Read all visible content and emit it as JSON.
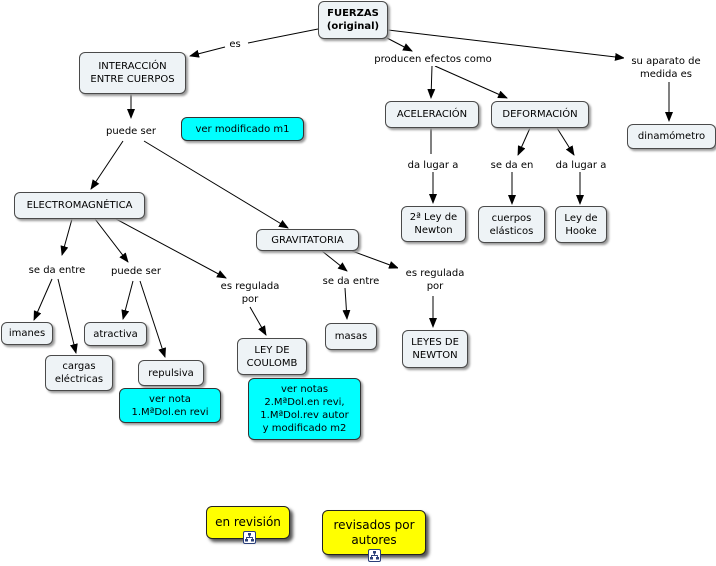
{
  "nodes": {
    "fuerzas": "FUERZAS\n(original)",
    "interaccion": "INTERACCIÓN\nENTRE CUERPOS",
    "modificado_m1": "ver modificado m1",
    "aceleracion": "ACELERACIÓN",
    "deformacion": "DEFORMACIÓN",
    "dinamometro": "dinamómetro",
    "ley_newton_2": "2ª Ley de\nNewton",
    "cuerpos_elasticos": "cuerpos\nelásticos",
    "ley_hooke": "Ley de\nHooke",
    "electromagnetica": "ELECTROMAGNÉTICA",
    "gravitatoria": "GRAVITATORIA",
    "imanes": "imanes",
    "cargas": "cargas\neléctricas",
    "atractiva": "atractiva",
    "repulsiva": "repulsiva",
    "nota_repulsiva": "ver nota\n1.MªDol.en revi",
    "ley_coulomb": "LEY DE\nCOULOMB",
    "notas_coulomb": "ver notas\n2.MªDol.en revi,\n1.MªDol.rev autor\ny modificado m2",
    "masas": "masas",
    "leyes_newton": "LEYES DE\nNEWTON",
    "en_revision": "en revisión",
    "revisados": "revisados por\nautores"
  },
  "links": {
    "es": "es",
    "producen": "producen efectos como",
    "su_aparato": "su aparato de\nmedida es",
    "da_lugar_1": "da lugar a",
    "se_da_en": "se da en",
    "da_lugar_2": "da lugar a",
    "puede_ser_1": "puede ser",
    "se_da_entre_1": "se da entre",
    "puede_ser_2": "puede ser",
    "regulada_1": "es regulada\npor",
    "se_da_entre_2": "se da entre",
    "regulada_2": "es regulada\npor"
  }
}
